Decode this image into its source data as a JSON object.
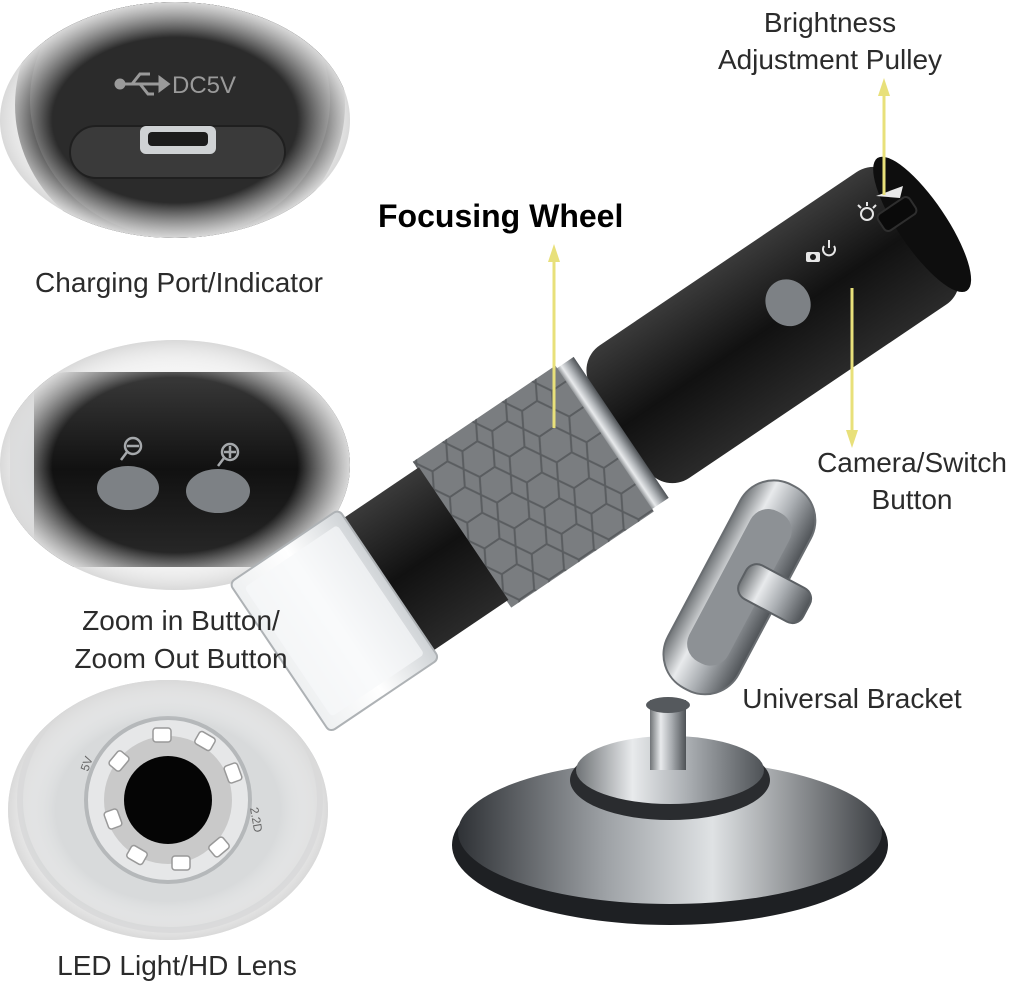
{
  "labels": {
    "charging": "Charging Port/Indicator",
    "dc5v": "DC5V",
    "zoom_line1": "Zoom in Button/",
    "zoom_line2": "Zoom Out Button",
    "led": "LED Light/HD Lens",
    "focusing": "Focusing Wheel",
    "brightness_line1": "Brightness",
    "brightness_line2": "Adjustment Pulley",
    "camera_line1": "Camera/Switch",
    "camera_line2": "Button",
    "bracket": "Universal Bracket",
    "lens_marks": [
      "5V",
      "2.2D"
    ]
  },
  "colors": {
    "arrow": "#e8e07a",
    "body_black": "#1a1a1a",
    "grip_gray": "#7a7d80",
    "button_gray": "#7d8185",
    "metal": "#c8cbce"
  },
  "icons": [
    "usb-icon",
    "zoom-out-icon",
    "zoom-in-icon",
    "brightness-icon",
    "camera-power-icon"
  ]
}
